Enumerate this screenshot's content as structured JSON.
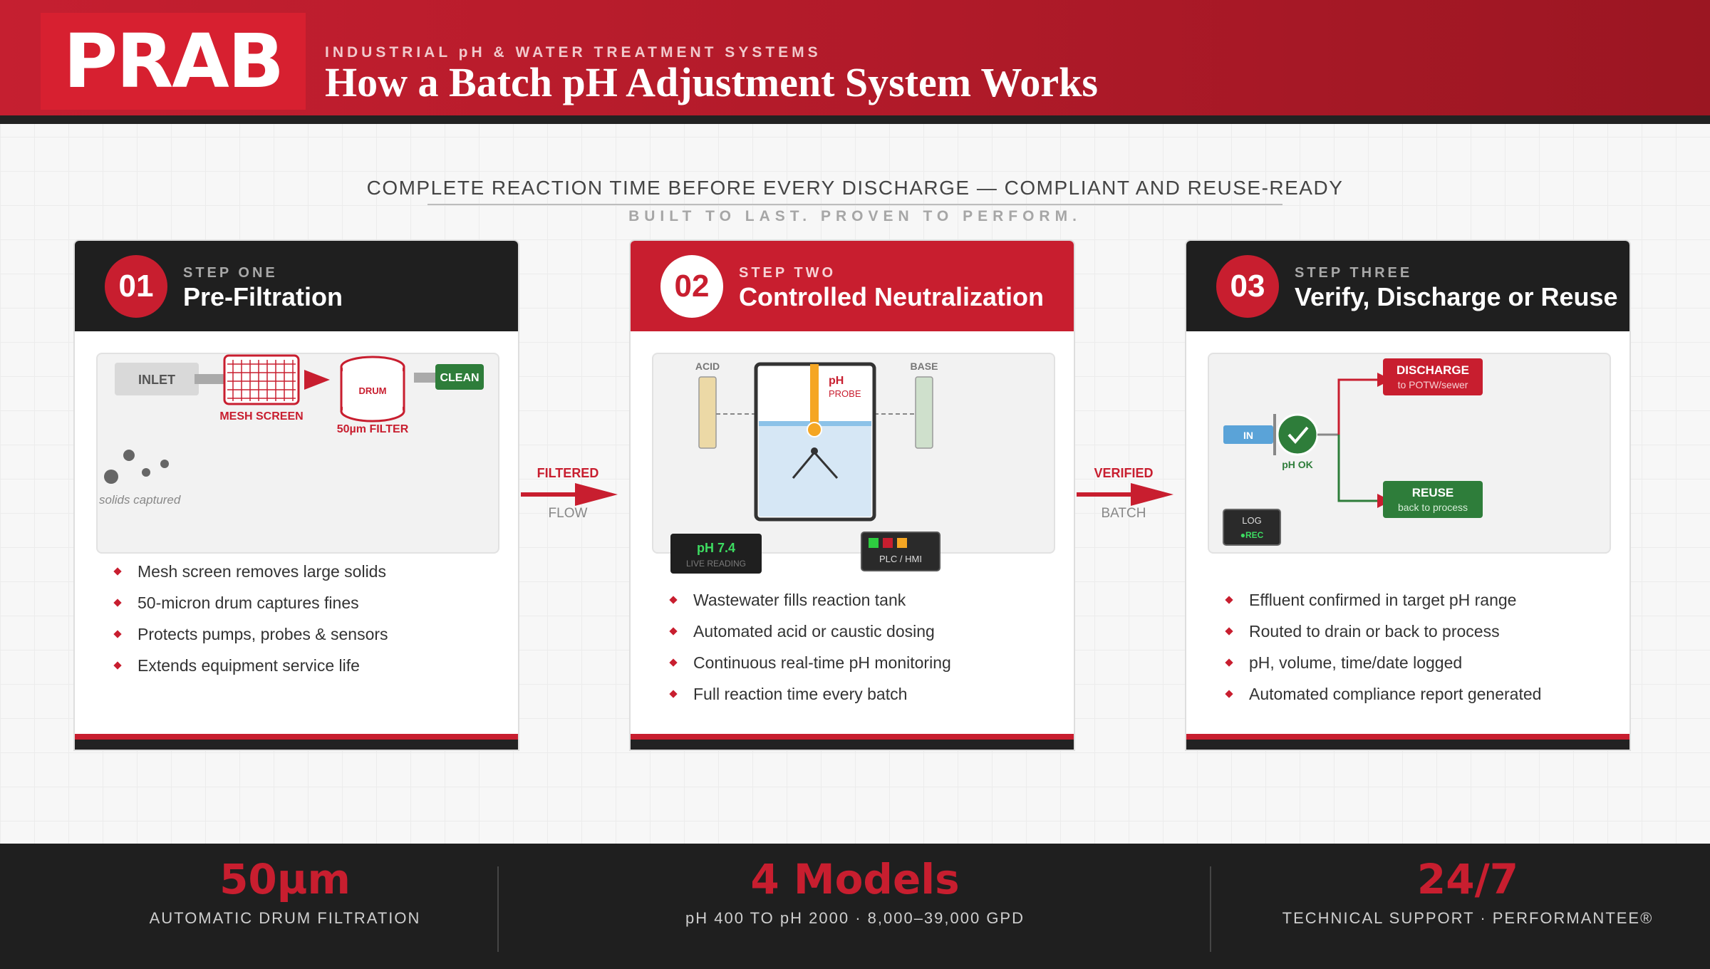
{
  "header": {
    "logo": "PRAB",
    "kicker": "INDUSTRIAL pH & WATER TREATMENT SYSTEMS",
    "title": "How a Batch pH Adjustment System Works"
  },
  "tagline": "COMPLETE REACTION TIME BEFORE EVERY DISCHARGE — COMPLIANT AND REUSE-READY",
  "subtagline": "BUILT TO LAST. PROVEN TO PERFORM.",
  "steps": [
    {
      "number": "01",
      "kicker": "STEP ONE",
      "title": "Pre-Filtration",
      "diagram": {
        "inlet": "INLET",
        "mesh_label": "MESH SCREEN",
        "drum": "DRUM",
        "filter_label": "50µm FILTER",
        "clean": "CLEAN",
        "solids_label": "solids captured"
      },
      "bullets": [
        "Mesh screen removes large solids",
        "50-micron drum captures fines",
        "Protects pumps, probes & sensors",
        "Extends equipment service life"
      ]
    },
    {
      "number": "02",
      "kicker": "STEP TWO",
      "title": "Controlled Neutralization",
      "diagram": {
        "acid": "ACID",
        "base": "BASE",
        "probe_title": "pH",
        "probe_sub": "PROBE",
        "reading_value": "pH 7.4",
        "reading_label": "LIVE READING",
        "plc_label": "PLC / HMI"
      },
      "bullets": [
        "Wastewater fills reaction tank",
        "Automated acid or caustic dosing",
        "Continuous real-time pH monitoring",
        "Full reaction time every batch"
      ]
    },
    {
      "number": "03",
      "kicker": "STEP THREE",
      "title": "Verify, Discharge or Reuse",
      "diagram": {
        "in_label": "IN",
        "ph_ok": "pH OK",
        "discharge_title": "DISCHARGE",
        "discharge_sub": "to POTW/sewer",
        "reuse_title": "REUSE",
        "reuse_sub": "back to process",
        "log_title": "LOG",
        "log_status": "●REC"
      },
      "bullets": [
        "Effluent confirmed in target pH range",
        "Routed to drain or back to process",
        "pH, volume, time/date logged",
        "Automated compliance report generated"
      ]
    }
  ],
  "connectors": [
    {
      "top": "FILTERED",
      "bottom": "FLOW"
    },
    {
      "top": "VERIFIED",
      "bottom": "BATCH"
    }
  ],
  "stats": [
    {
      "value": "50µm",
      "label": "AUTOMATIC DRUM FILTRATION"
    },
    {
      "value": "4 Models",
      "label": "pH 400 TO pH 2000 · 8,000–39,000 GPD"
    },
    {
      "value": "24/7",
      "label": "TECHNICAL SUPPORT · PERFORMANTEE®"
    }
  ],
  "colors": {
    "brand_red": "#c81e2f",
    "dark": "#1f1f1f",
    "green": "#2e7d3a",
    "blue": "#5aa3d8",
    "amber": "#f5a623"
  }
}
